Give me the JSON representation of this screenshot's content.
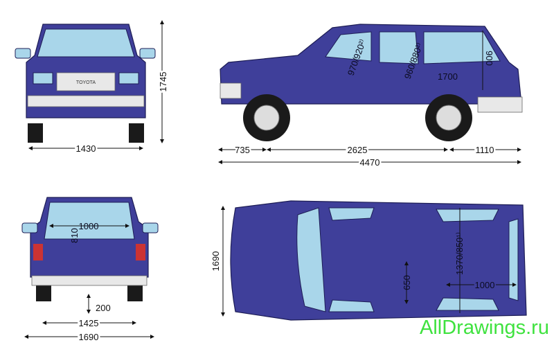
{
  "brand_badge": "TOYOTA",
  "watermark": "AllDrawings.ru",
  "colors": {
    "body": "#3f3f9a",
    "glass": "#a9d6ea",
    "watermark": "#3fe23f"
  },
  "front_view": {
    "width": "1430",
    "height": "1745"
  },
  "side_view": {
    "front_overhang": "735",
    "wheelbase": "2625",
    "rear_overhang": "1110",
    "length": "4470",
    "front_seat_height": "970/920²⁾",
    "rear_seat_height": "960/880²⁾",
    "cargo_length": "1700",
    "cargo_height": "900"
  },
  "rear_view": {
    "opening_width": "1000",
    "opening_height": "810",
    "ground_clearance": "200",
    "track": "1425",
    "width": "1690"
  },
  "top_view": {
    "width": "1690",
    "rear_seat_width": "650",
    "cargo_floor": "1370/850¹⁾",
    "cargo_width": "1000"
  }
}
